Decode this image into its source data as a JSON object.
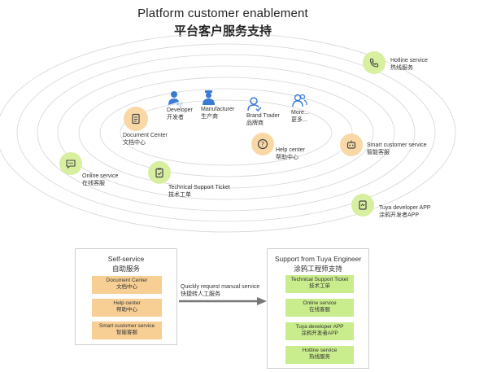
{
  "title": {
    "en": "Platform customer enablement",
    "zh": "平台客户服务支持"
  },
  "roles": [
    {
      "en": "Developer",
      "zh": "开发者"
    },
    {
      "en": "Manufacturer",
      "zh": "生产商"
    },
    {
      "en": "Brand Trader",
      "zh": "品牌商"
    },
    {
      "en": "More...",
      "zh": "更多..."
    }
  ],
  "services": {
    "document_center": {
      "en": "Document Center",
      "zh": "文档中心"
    },
    "help_center": {
      "en": "Help center",
      "zh": "帮助中心"
    },
    "smart_customer": {
      "en": "Smart customer service",
      "zh": "智能客服"
    },
    "online": {
      "en": "Online service",
      "zh": "在线客服"
    },
    "technical_ticket": {
      "en": "Technical Support Ticket",
      "zh": "技术工单"
    },
    "developer_app": {
      "en": "Tuya developer APP",
      "zh": "涂鸦开发者APP"
    },
    "hotline": {
      "en": "Hotline service",
      "zh": "热线服务"
    }
  },
  "self_service": {
    "title_en": "Self-service",
    "title_zh": "自助服务",
    "items": [
      {
        "en": "Document Center",
        "zh": "文档中心"
      },
      {
        "en": "Help center",
        "zh": "帮助中心"
      },
      {
        "en": "Smart customer service",
        "zh": "智能客服"
      }
    ]
  },
  "arrow": {
    "en": "Quickly request manual service",
    "zh": "快捷转人工服务"
  },
  "engineer_support": {
    "title_en": "Support from Tuya Engineer",
    "title_zh": "涂鸦工程师支持",
    "items": [
      {
        "en": "Technical Support Ticket",
        "zh": "技术工单"
      },
      {
        "en": "Online service",
        "zh": "在线客服"
      },
      {
        "en": "Tuya developer APP",
        "zh": "涂鸦开发者APP"
      },
      {
        "en": "Hotline service",
        "zh": "热线服务"
      }
    ]
  },
  "colors": {
    "green_circle": "#d7ef9f",
    "orange_circle": "#f9d8a6",
    "green_pill": "#c9ec8c",
    "orange_pill": "#f7cf94",
    "icon_blue": "#3a7bd5",
    "orbit": "#d6d6d6"
  }
}
